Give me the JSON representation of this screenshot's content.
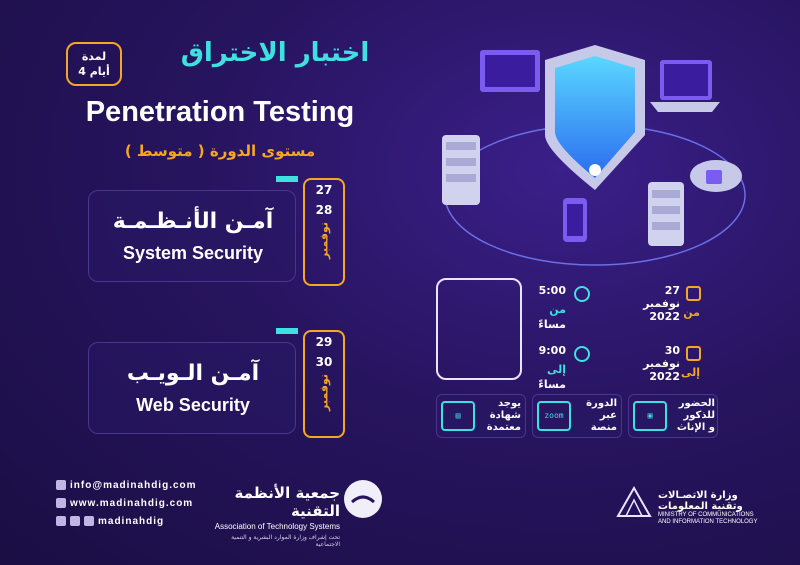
{
  "header": {
    "duration_line1": "لمدة",
    "duration_line2": "4 أيام",
    "title_ar": "اختبار الاختراق",
    "title_en": "Penetration Testing",
    "level": "مستوى الدورة ( متوسط )"
  },
  "courses": [
    {
      "name_ar": "آمـن الأنـظـمـة",
      "name_en": "System Security",
      "day1": "27",
      "day2": "28",
      "month": "نوفمبر"
    },
    {
      "name_ar": "آمـن الـويـب",
      "name_en": "Web Security",
      "day1": "29",
      "day2": "30",
      "month": "نوفمبر"
    }
  ],
  "schedule": {
    "from_time": "5:00",
    "from_period": "مساءً",
    "from_label": "من",
    "to_time": "9:00",
    "to_period": "مساءً",
    "to_label": "إلى",
    "start_date_day": "27",
    "start_date_month": "نوفمبر",
    "start_date_year": "2022",
    "start_label": "من",
    "end_date_day": "30",
    "end_date_month": "نوفمبر",
    "end_date_year": "2022",
    "end_label": "إلى"
  },
  "features": [
    {
      "icon": "certificate-icon",
      "text_line1": "يوجد",
      "text_line2": "شهادة",
      "text_line3": "معتمدة"
    },
    {
      "icon": "zoom-icon",
      "icon_text": "zoom",
      "text_line1": "الدورة",
      "text_line2": "عبر",
      "text_line3": "منصة"
    },
    {
      "icon": "attendance-icon",
      "text_line1": "الحضور",
      "text_line2": "للذكور",
      "text_line3": "و الإناث"
    }
  ],
  "footer": {
    "email": "info@madinahdig.com",
    "website": "www.madinahdig.com",
    "social": "madinahdig",
    "org_ar": "جمعية الأنظمة التقنية",
    "org_en": "Association of Technology Systems",
    "org_sub": "تحت إشراف وزارة الموارد البشرية و التنمية الاجتماعية",
    "ministry_ar_1": "وزارة الاتصـالات",
    "ministry_ar_2": "وتقنية المعلومات",
    "ministry_en_1": "MINISTRY OF COMMUNICATIONS",
    "ministry_en_2": "AND INFORMATION TECHNOLOGY"
  },
  "colors": {
    "background": "#27145f",
    "accent_cyan": "#3ee0e0",
    "accent_orange": "#f5a623"
  }
}
